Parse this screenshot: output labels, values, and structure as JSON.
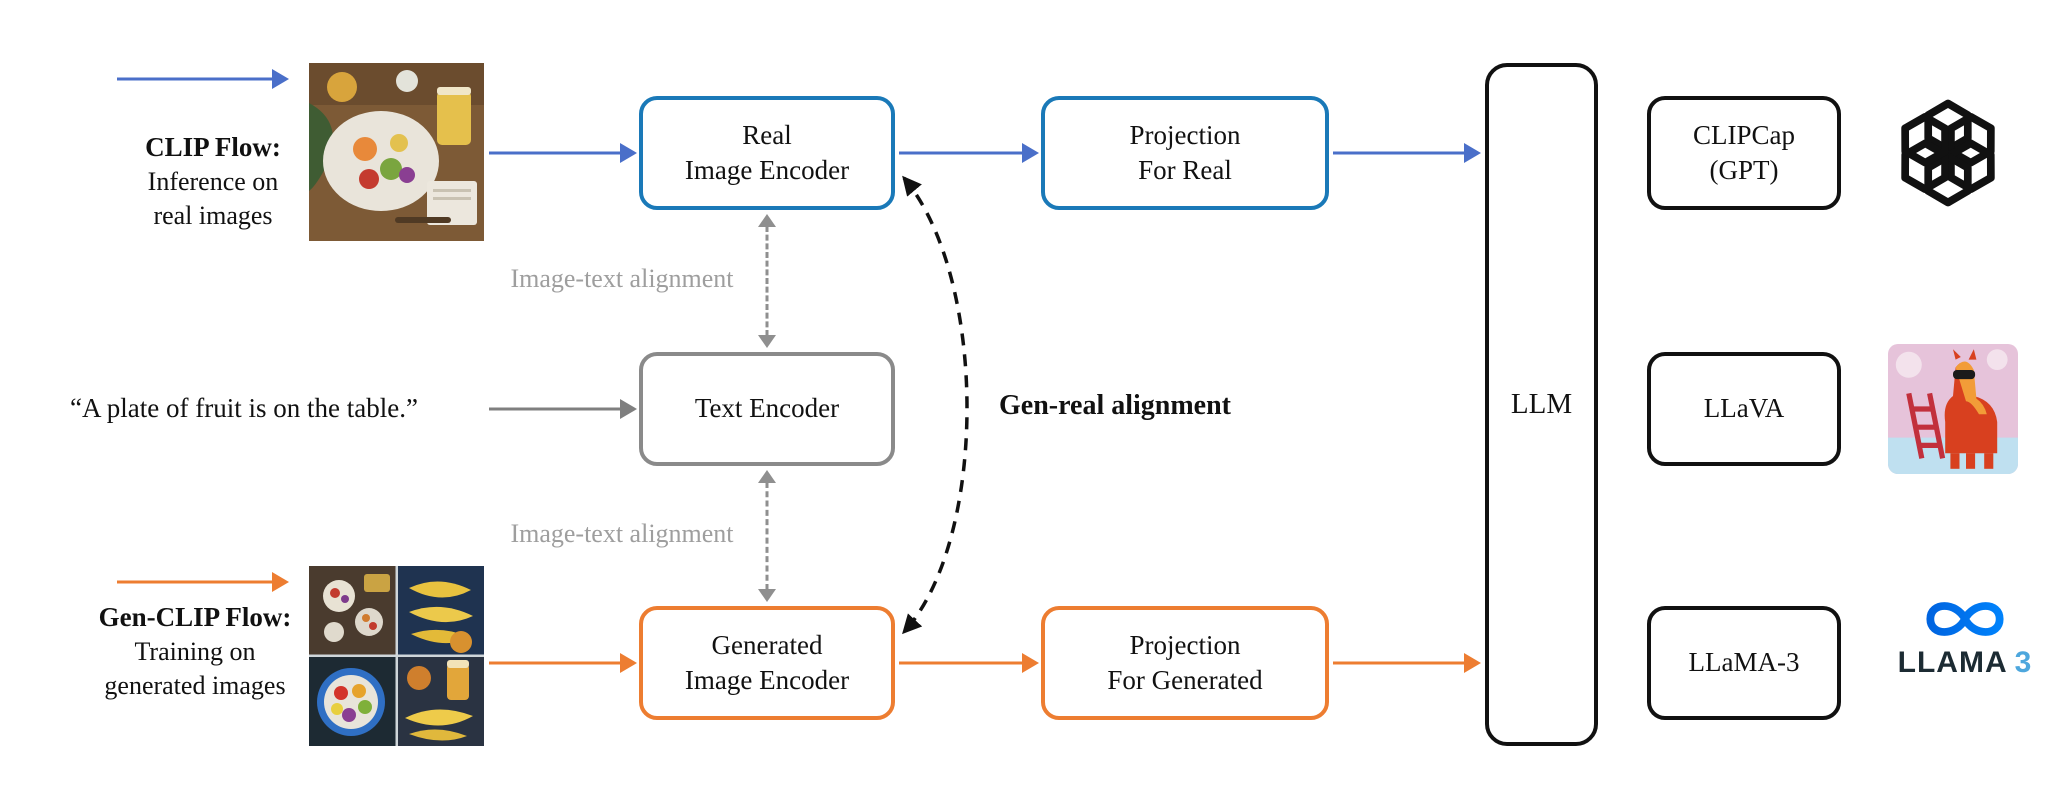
{
  "colors": {
    "clip_blue_box": "#1a79b8",
    "clip_blue_arrow": "#4a6fc9",
    "gen_orange": "#ed7d31",
    "gray_box": "#8a8a8a",
    "gray_arrow": "#7f7f7f",
    "gray_label": "#9e9e9e",
    "black": "#111111",
    "meta_blue_dark": "#0064e0",
    "meta_blue_light": "#0082fb",
    "llama_word_dark": "#1c2b33",
    "llama_word_blue": "#4da7dd"
  },
  "clip_flow": {
    "title": "CLIP Flow:",
    "line1": "Inference on",
    "line2": "real images"
  },
  "gen_clip_flow": {
    "title": "Gen-CLIP Flow:",
    "line1": "Training on",
    "line2": "generated images"
  },
  "quote": "“A plate of fruit is on the table.”",
  "boxes": {
    "real_image_encoder": {
      "line1": "Real",
      "line2": "Image Encoder"
    },
    "projection_real": {
      "line1": "Projection",
      "line2": "For Real"
    },
    "text_encoder": {
      "label": "Text Encoder"
    },
    "generated_image_encoder": {
      "line1": "Generated",
      "line2": "Image Encoder"
    },
    "projection_generated": {
      "line1": "Projection",
      "line2": "For Generated"
    },
    "llm": {
      "label": "LLM"
    },
    "clipcap": {
      "line1": "CLIPCap",
      "line2": "(GPT)"
    },
    "llava": {
      "label": "LLaVA"
    },
    "llama3": {
      "label": "LLaMA-3"
    }
  },
  "labels": {
    "image_text_alignment_top": "Image-text alignment",
    "image_text_alignment_bottom": "Image-text alignment",
    "gen_real_alignment": "Gen-real alignment"
  },
  "icons": {
    "openai": "openai-logo",
    "llava": "llava-llama-logo",
    "meta": "meta-infinity-logo"
  },
  "meta_wordmark": {
    "brand": "LLAMA",
    "version": "3"
  }
}
